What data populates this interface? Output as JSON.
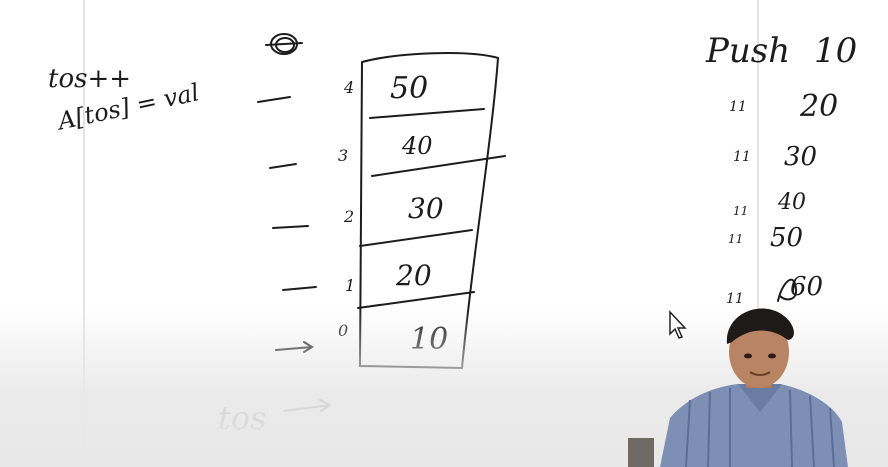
{
  "notes_left": {
    "line1": "tos++",
    "line2": "A[tos] = val"
  },
  "stack": {
    "cells": [
      "50",
      "40",
      "30",
      "20",
      "10"
    ],
    "indices": [
      "4",
      "3",
      "2",
      "1",
      "0"
    ],
    "pointer_label": "tos"
  },
  "push_table": {
    "header_op": "Push",
    "header_val": "10",
    "rows": [
      {
        "op": "11",
        "val": "20"
      },
      {
        "op": "11",
        "val": "30"
      },
      {
        "op": "11",
        "val": "40"
      },
      {
        "op": "11",
        "val": "50"
      },
      {
        "op": "11",
        "val": "60"
      }
    ]
  },
  "icons": {
    "cursor": "mouse-pointer-icon",
    "scribble": "scribble-circle-icon"
  },
  "colors": {
    "ink": "#1c1c1c",
    "board": "#ffffff",
    "shirt": "#7d8fb5"
  }
}
